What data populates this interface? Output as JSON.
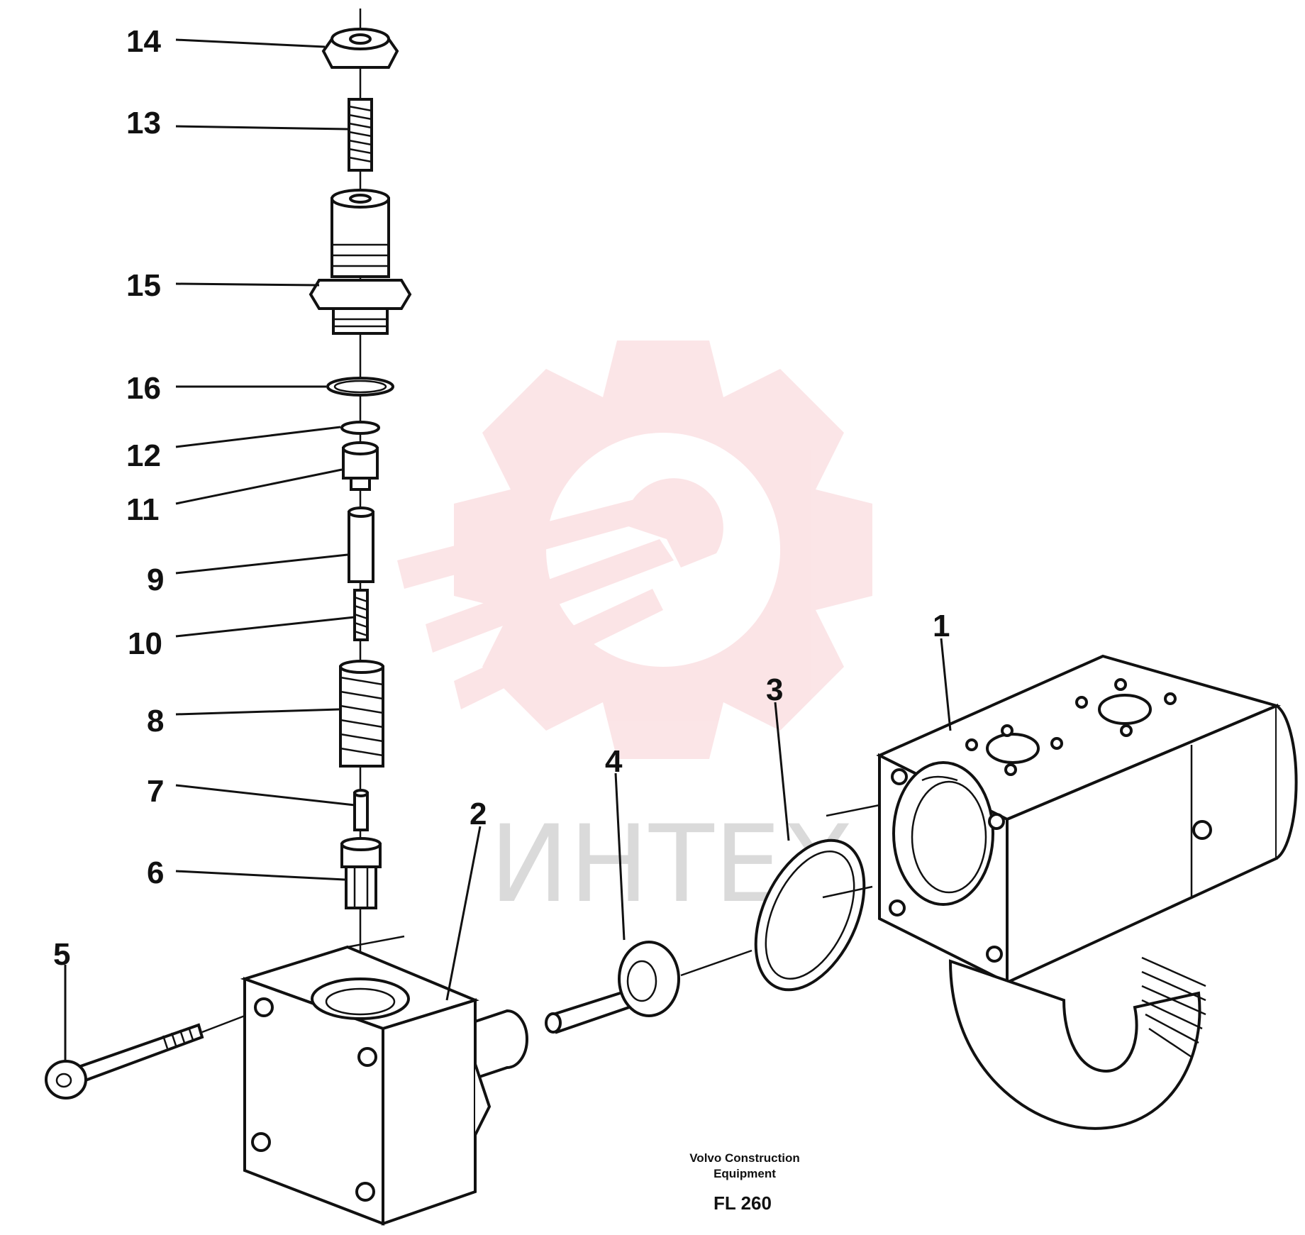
{
  "caption": {
    "line1": "Volvo Construction",
    "line2": "Equipment",
    "model": "FL 260"
  },
  "watermark": {
    "text": "ИНТЕХ",
    "color": "#f2a0a8"
  },
  "callouts": {
    "c1": "1",
    "c2": "2",
    "c3": "3",
    "c4": "4",
    "c5": "5",
    "c6": "6",
    "c7": "7",
    "c8": "8",
    "c9": "9",
    "c10": "10",
    "c11": "11",
    "c12": "12",
    "c13": "13",
    "c14": "14",
    "c15": "15",
    "c16": "16"
  }
}
